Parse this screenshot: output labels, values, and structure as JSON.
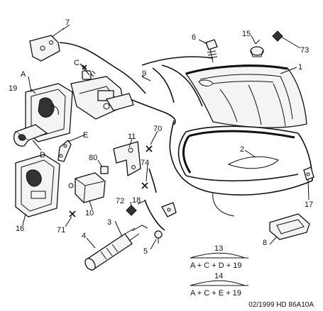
{
  "callouts": [
    {
      "id": "c1",
      "text": "1"
    },
    {
      "id": "c2",
      "text": "2"
    },
    {
      "id": "c3",
      "text": "3"
    },
    {
      "id": "c4",
      "text": "4"
    },
    {
      "id": "c5",
      "text": "5"
    },
    {
      "id": "c6",
      "text": "6"
    },
    {
      "id": "c7",
      "text": "7"
    },
    {
      "id": "c8",
      "text": "8"
    },
    {
      "id": "c9",
      "text": "9"
    },
    {
      "id": "c10",
      "text": "10"
    },
    {
      "id": "c11",
      "text": "11"
    },
    {
      "id": "c13",
      "text": "13"
    },
    {
      "id": "c14",
      "text": "14"
    },
    {
      "id": "c15",
      "text": "15"
    },
    {
      "id": "c16",
      "text": "16"
    },
    {
      "id": "c17",
      "text": "17"
    },
    {
      "id": "c18",
      "text": "18"
    },
    {
      "id": "c19",
      "text": "19"
    },
    {
      "id": "c70",
      "text": "70"
    },
    {
      "id": "c71",
      "text": "71"
    },
    {
      "id": "c72",
      "text": "72"
    },
    {
      "id": "c73",
      "text": "73"
    },
    {
      "id": "c74",
      "text": "74"
    },
    {
      "id": "c80",
      "text": "80"
    },
    {
      "id": "cA",
      "text": "A"
    },
    {
      "id": "cC",
      "text": "C"
    },
    {
      "id": "cD",
      "text": "D"
    },
    {
      "id": "cE",
      "text": "E"
    }
  ],
  "formulas": [
    {
      "number": "13",
      "expression": "A + C + D + 19"
    },
    {
      "number": "14",
      "expression": "A + C + E + 19"
    }
  ],
  "footer": "02/1999  HD 86A10A"
}
